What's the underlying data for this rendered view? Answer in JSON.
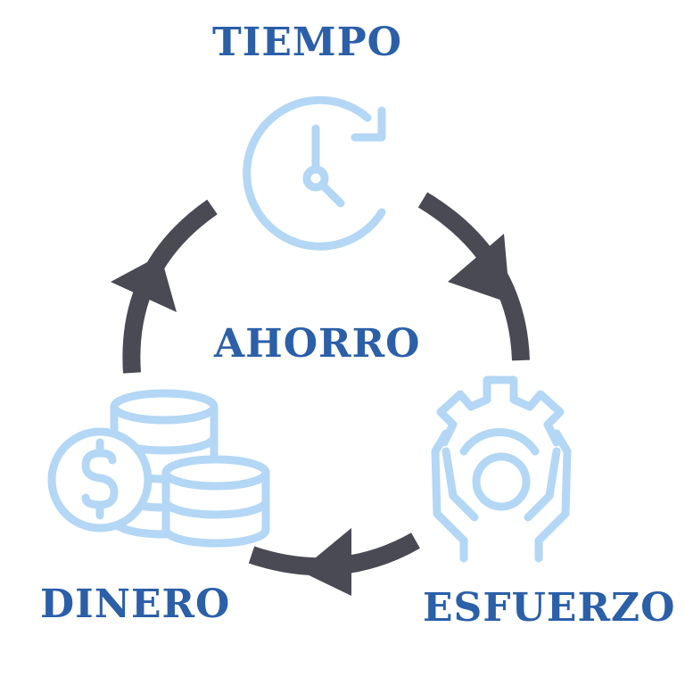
{
  "labels": {
    "top": "TIEMPO",
    "center": "AHORRO",
    "bottom_left": "DINERO",
    "bottom_right": "ESFUERZO"
  },
  "colors": {
    "label": "#2b5fa8",
    "icon": "#b3d7f5",
    "arrow": "#4a4a55"
  },
  "icons": {
    "top": "clock-refresh-icon",
    "bottom_left": "coins-dollar-icon",
    "bottom_right": "hands-gear-icon"
  }
}
